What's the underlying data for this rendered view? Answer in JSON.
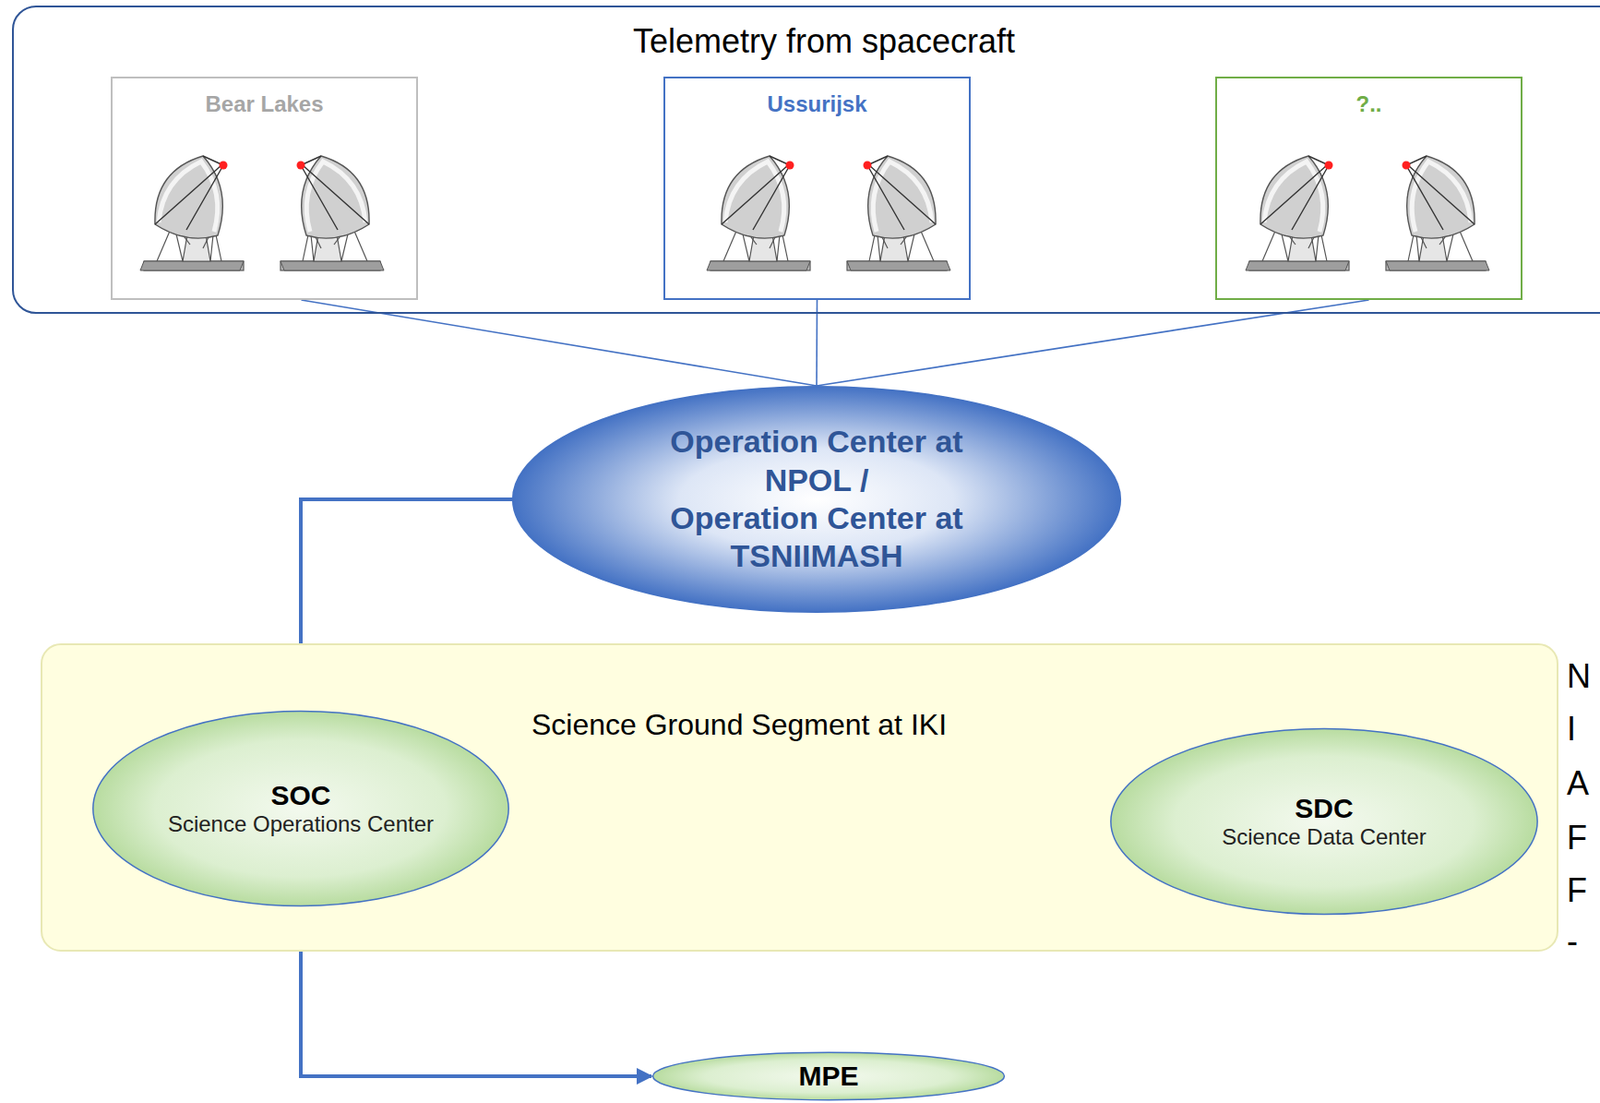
{
  "diagram": {
    "nodes": [
      {
        "text": [
          "Telemetry from spacecraft"
        ]
      },
      {
        "text": [
          "Bear Lakes"
        ],
        "in": 0
      },
      {
        "text": [
          "Ussurijsk"
        ],
        "in": 0
      },
      {
        "text": [
          "?.."
        ],
        "in": 0
      },
      {
        "text": [
          "Operation Center at NPOL /",
          "Operation Center at TSNIIMASH"
        ]
      },
      {
        "text": [
          "Science Ground Segment at IKI"
        ]
      },
      {
        "text": [
          "SOC",
          "Science Operations Center"
        ],
        "in": 5
      },
      {
        "text": [
          "SDC",
          "Science Data Center"
        ],
        "in": 5
      },
      {
        "text": [
          "MPE"
        ]
      }
    ],
    "edges": [
      {
        "from": 1,
        "to": 4,
        "arrow": "none"
      },
      {
        "from": 2,
        "to": 4,
        "arrow": "none"
      },
      {
        "from": 3,
        "to": 4,
        "arrow": "none"
      },
      {
        "from": 4,
        "to": 6,
        "arrow": "to"
      },
      {
        "from": 6,
        "to": 7,
        "arrow": "to"
      },
      {
        "from": 6,
        "to": 8,
        "arrow": "to"
      }
    ],
    "labels": [
      "N",
      "I",
      "A",
      "F",
      "F",
      "-"
    ]
  }
}
